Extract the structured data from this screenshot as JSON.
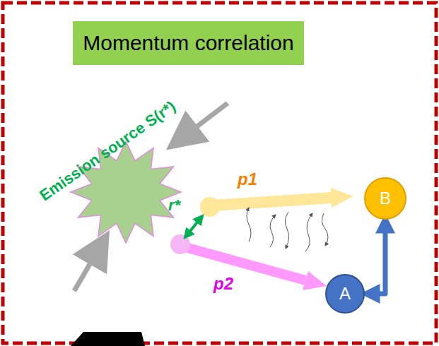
{
  "diagram": {
    "nodes": [
      {
        "text": [
          "Momentum correlation"
        ]
      },
      {
        "text": [
          "B"
        ]
      },
      {
        "text": [
          "A"
        ]
      }
    ],
    "edges": [
      {
        "from": 1,
        "to": 2,
        "arrow": "both"
      }
    ],
    "labels": [
      "Emission source S(r*)",
      "r*",
      "p1",
      "p2"
    ]
  }
}
